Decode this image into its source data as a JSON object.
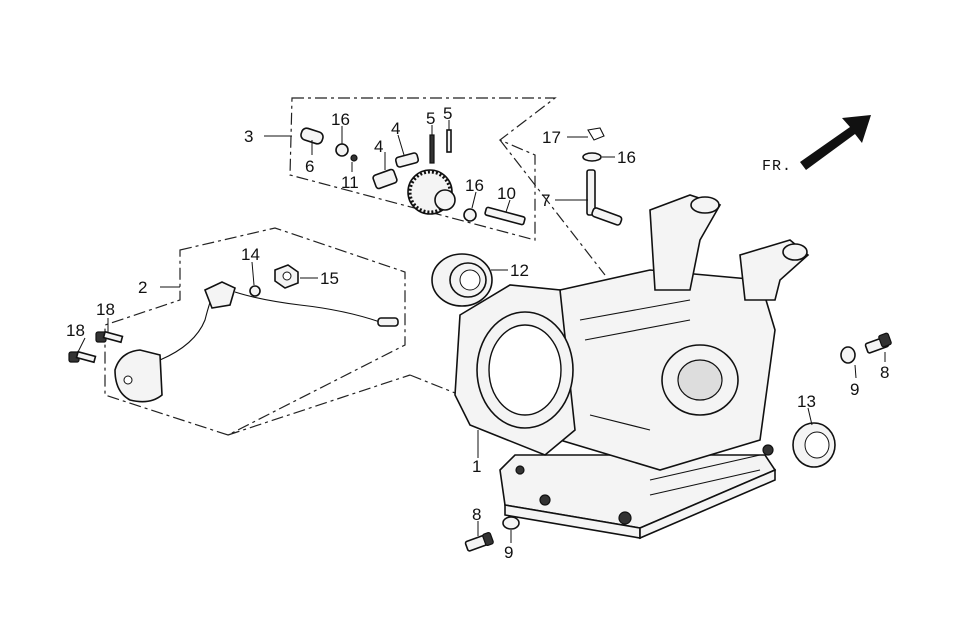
{
  "direction_label": "FR.",
  "callouts": [
    {
      "id": "c1",
      "text": "1"
    },
    {
      "id": "c2",
      "text": "2"
    },
    {
      "id": "c3",
      "text": "3"
    },
    {
      "id": "c4a",
      "text": "4"
    },
    {
      "id": "c4b",
      "text": "4"
    },
    {
      "id": "c5a",
      "text": "5"
    },
    {
      "id": "c5b",
      "text": "5"
    },
    {
      "id": "c6",
      "text": "6"
    },
    {
      "id": "c7",
      "text": "7"
    },
    {
      "id": "c8a",
      "text": "8"
    },
    {
      "id": "c8b",
      "text": "8"
    },
    {
      "id": "c9a",
      "text": "9"
    },
    {
      "id": "c9b",
      "text": "9"
    },
    {
      "id": "c10",
      "text": "10"
    },
    {
      "id": "c11",
      "text": "11"
    },
    {
      "id": "c12",
      "text": "12"
    },
    {
      "id": "c13",
      "text": "13"
    },
    {
      "id": "c14",
      "text": "14"
    },
    {
      "id": "c15",
      "text": "15"
    },
    {
      "id": "c16a",
      "text": "16"
    },
    {
      "id": "c16b",
      "text": "16"
    },
    {
      "id": "c16c",
      "text": "16"
    },
    {
      "id": "c17",
      "text": "17"
    },
    {
      "id": "c18a",
      "text": "18"
    },
    {
      "id": "c18b",
      "text": "18"
    }
  ]
}
